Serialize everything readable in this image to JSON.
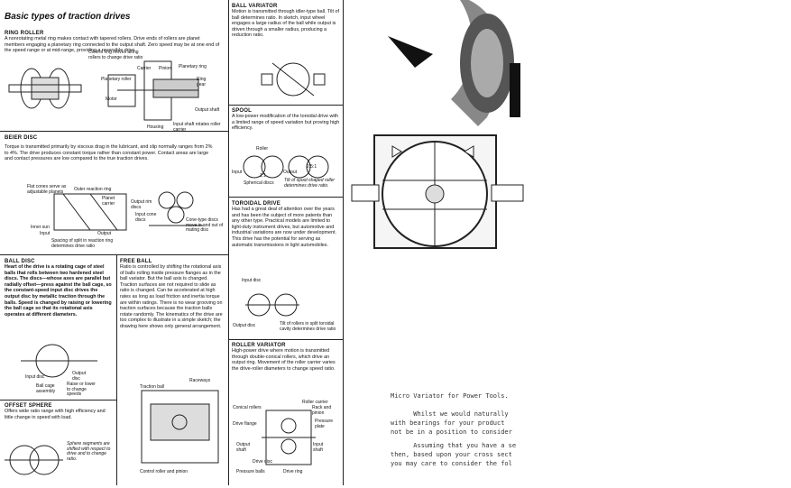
{
  "title": "Basic types of traction drives",
  "sections": {
    "ring_roller": {
      "heading": "RING ROLLER",
      "body": "A nonrotating metal ring makes contact with tapered rollers. Drive ends of rollers are planet members engaging a planetary ring connected to the output shaft. Zero speed may be at one end of the speed range or at mid-range, providing a reversible drive.",
      "labels": [
        "Control ring moves along rollers to change drive ratio",
        "Carrier",
        "Pinion",
        "Planetary ring",
        "Planetary roller",
        "Ring gear",
        "Motor",
        "Output shaft",
        "Housing",
        "Input shaft rotates roller carrier"
      ]
    },
    "ball_variator": {
      "heading": "BALL VARIATOR",
      "body": "Motion is transmitted through idler-type ball. Tilt of ball determines ratio. In sketch, input wheel engages a large radius of the ball while output is driven through a smaller radius, producing a reduction ratio."
    },
    "spool": {
      "heading": "SPOOL",
      "body": "A low-power modification of the toroidal drive with a limited range of speed variation but proving high efficiency.",
      "labels": [
        "Roller",
        "Input",
        "1:1",
        "Output",
        "2.5:1",
        "Spherical discs",
        "Tilt of spool-shaped roller determines drive ratio."
      ]
    },
    "beier_disc": {
      "heading": "BEIER DISC",
      "body": "Torque is transmitted primarily by viscous drag in the lubricant, and slip normally ranges from 2% to 4%. The drive produces constant torque rather than constant power. Contact areas are large and contact pressures are low compared to the true traction drives.",
      "labels": [
        "Flat cones serve as adjustable planets",
        "Outer reaction ring",
        "Planet carrier",
        "Output rim discs",
        "Input cone discs",
        "Cone-type discs move in and out of mating disc",
        "Inner sun",
        "Input",
        "Output",
        "Spacing of split in reaction ring determines drive ratio"
      ]
    },
    "toroidal_drive": {
      "heading": "TOROIDAL DRIVE",
      "body": "Has had a great deal of attention over the years and has been the subject of more patents than any other type. Practical models are limited to light-duty instrument drives, but automotive and industrial variations are now under development. This drive has the potential for serving as automatic transmissions in light automobiles.",
      "labels": [
        "Input disc",
        "Output disc",
        "Tilt of rollers in split toroidal cavity determines drive ratio"
      ]
    },
    "ball_disc": {
      "heading": "BALL DISC",
      "body": "Heart of the drive is a rotating cage of steel balls that rolls between two hardened steel discs. The discs—whose axes are parallel but radially offset—press against the ball cage, so the constant-speed input disc drives the output disc by metallic traction through the balls. Speed is changed by raising or lowering the ball cage so that its rotational axis operates at different diameters.",
      "labels": [
        "Input disc",
        "Output disc",
        "Ball cage assembly",
        "Raise or lower to change speeds"
      ]
    },
    "free_ball": {
      "heading": "FREE BALL",
      "body": "Ratio is controlled by shifting the rotational axis of balls rolling inside pressure flanges as in the ball variator. But the ball axis is changed. Traction surfaces are not required to slide as ratio is changed. Can be accelerated at high rates as long as load friction and inertia torque are within ratings. There is no wear grooving on traction surfaces because the traction balls rotate randomly. The kinematics of the drive are too complex to illustrate in a simple sketch; the drawing here shows only general arrangement.",
      "labels": [
        "Traction ball",
        "Raceways",
        "Control roller and pinion"
      ]
    },
    "roller_variator": {
      "heading": "ROLLER VARIATOR",
      "body": "High-power drive where motion is transmitted through double-conical rollers, which drive an output ring. Movement of the roller carrier varies the drive-roller diameters to change speed ratio.",
      "labels": [
        "Roller carrier",
        "Conical rollers",
        "Rack and pinion",
        "Drive flange",
        "Pressure plate",
        "Output shaft",
        "Input shaft",
        "Drive disc",
        "Pressure balls",
        "Drive ring"
      ]
    },
    "offset_sphere": {
      "heading": "OFFSET SPHERE",
      "body": "Offers wide ratio range with high efficiency and little change in speed with load.",
      "caption": "Sphere segments are shifted with respect to drive and to change ratio."
    }
  },
  "typed_note": {
    "line1": "Micro Variator for Power Tools.",
    "line2": "      Whilst we would naturally",
    "line3": "with bearings for your product",
    "line4": "not be in a position to consider",
    "line5": "      Assuming that you have a se",
    "line6": "then, based upon your cross sect",
    "line7": "you may care to consider the fol"
  }
}
